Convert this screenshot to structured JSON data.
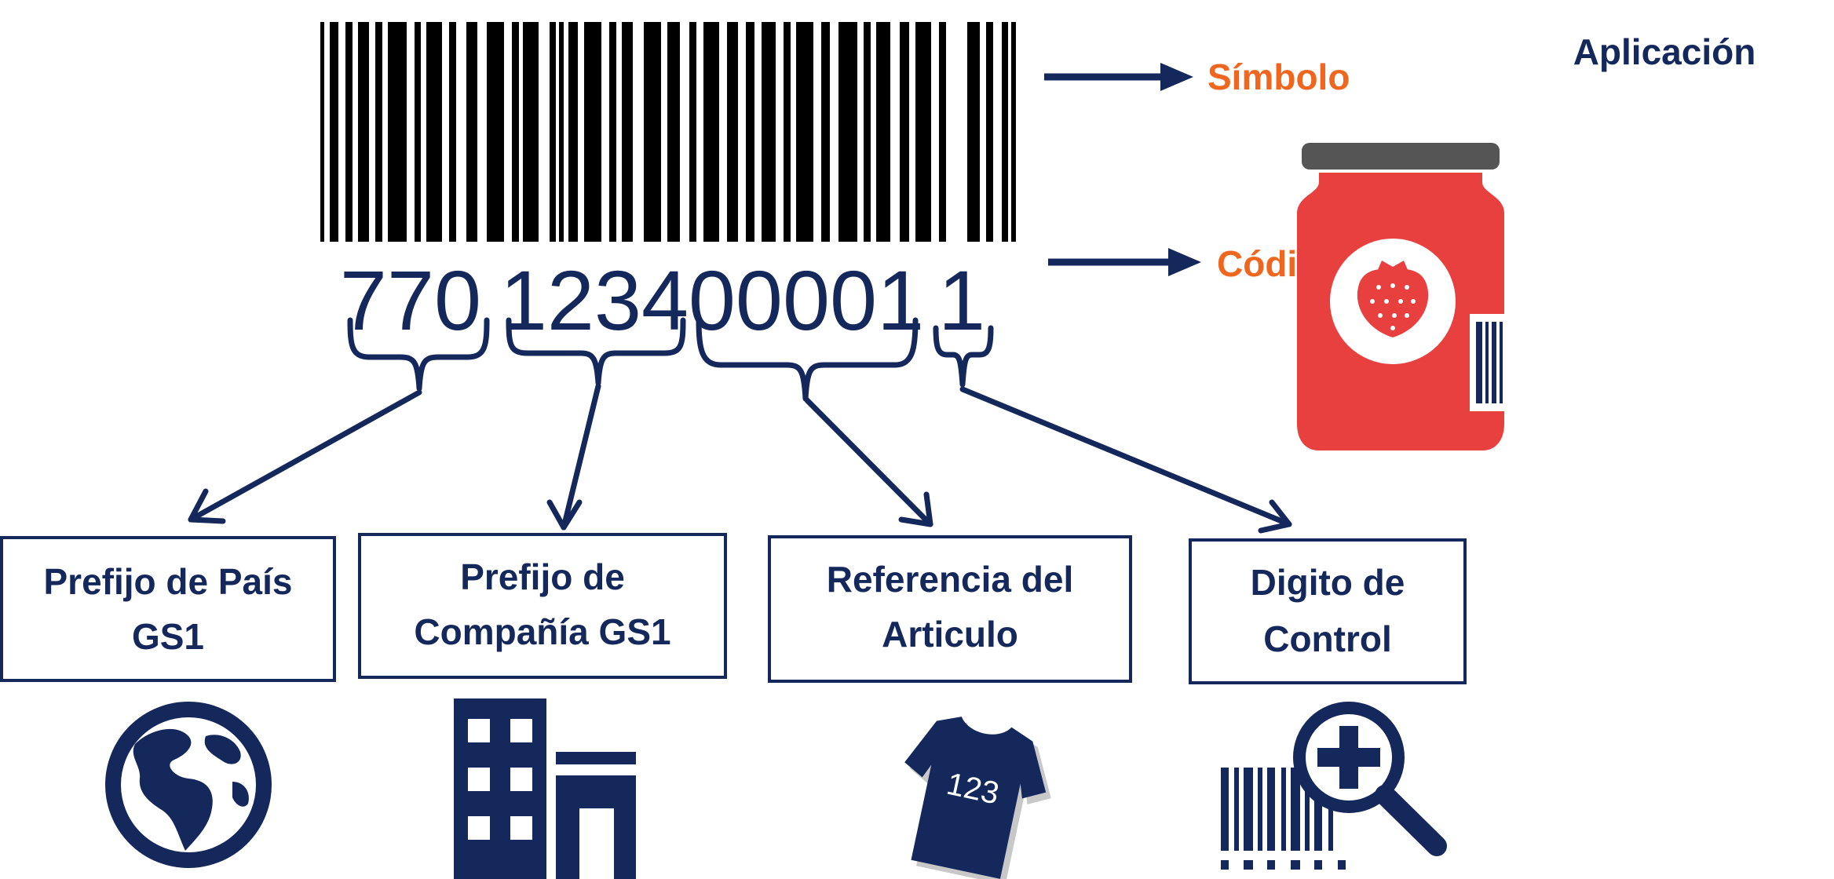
{
  "labels": {
    "simbolo": "Símbolo",
    "codigo": "Código",
    "aplicacion": "Aplicación"
  },
  "code_groups": [
    "770",
    "1234",
    "00001",
    "1"
  ],
  "boxes": [
    {
      "line1": "Prefijo de País",
      "line2": "GS1",
      "icon": "globe-icon"
    },
    {
      "line1": "Prefijo de",
      "line2": "Compañía GS1",
      "icon": "building-icon"
    },
    {
      "line1": "Referencia del",
      "line2": "Articulo",
      "icon": "tshirt-icon"
    },
    {
      "line1": "Digito de",
      "line2": "Control",
      "icon": "barcode-magnifier-icon"
    }
  ],
  "tshirt_number": "123",
  "colors": {
    "navy": "#14285c",
    "orange": "#f0661e",
    "jar_red": "#e8403e",
    "lid_gray": "#555555"
  }
}
